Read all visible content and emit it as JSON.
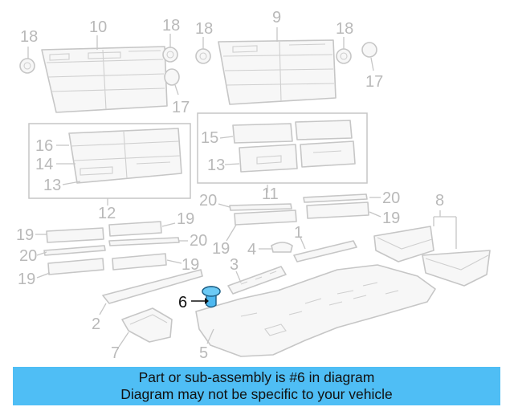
{
  "callouts": {
    "c1": "1",
    "c2": "2",
    "c3": "3",
    "c4": "4",
    "c5": "5",
    "c6": "6",
    "c7": "7",
    "c8": "8",
    "c9": "9",
    "c10": "10",
    "c11": "11",
    "c12": "12",
    "c13": "13",
    "c14": "14",
    "c15": "15",
    "c16": "16",
    "c17": "17",
    "c18": "18",
    "c19": "19",
    "c20": "20"
  },
  "highlighted_part": "6",
  "banner": {
    "line1": "Part or sub-assembly is #6 in diagram",
    "line2": "Diagram may not be specific to your vehicle"
  },
  "colors": {
    "highlight_part": "#4db8f0",
    "banner_bg": "#4fbef5",
    "line_art": "#c6c6c6"
  }
}
